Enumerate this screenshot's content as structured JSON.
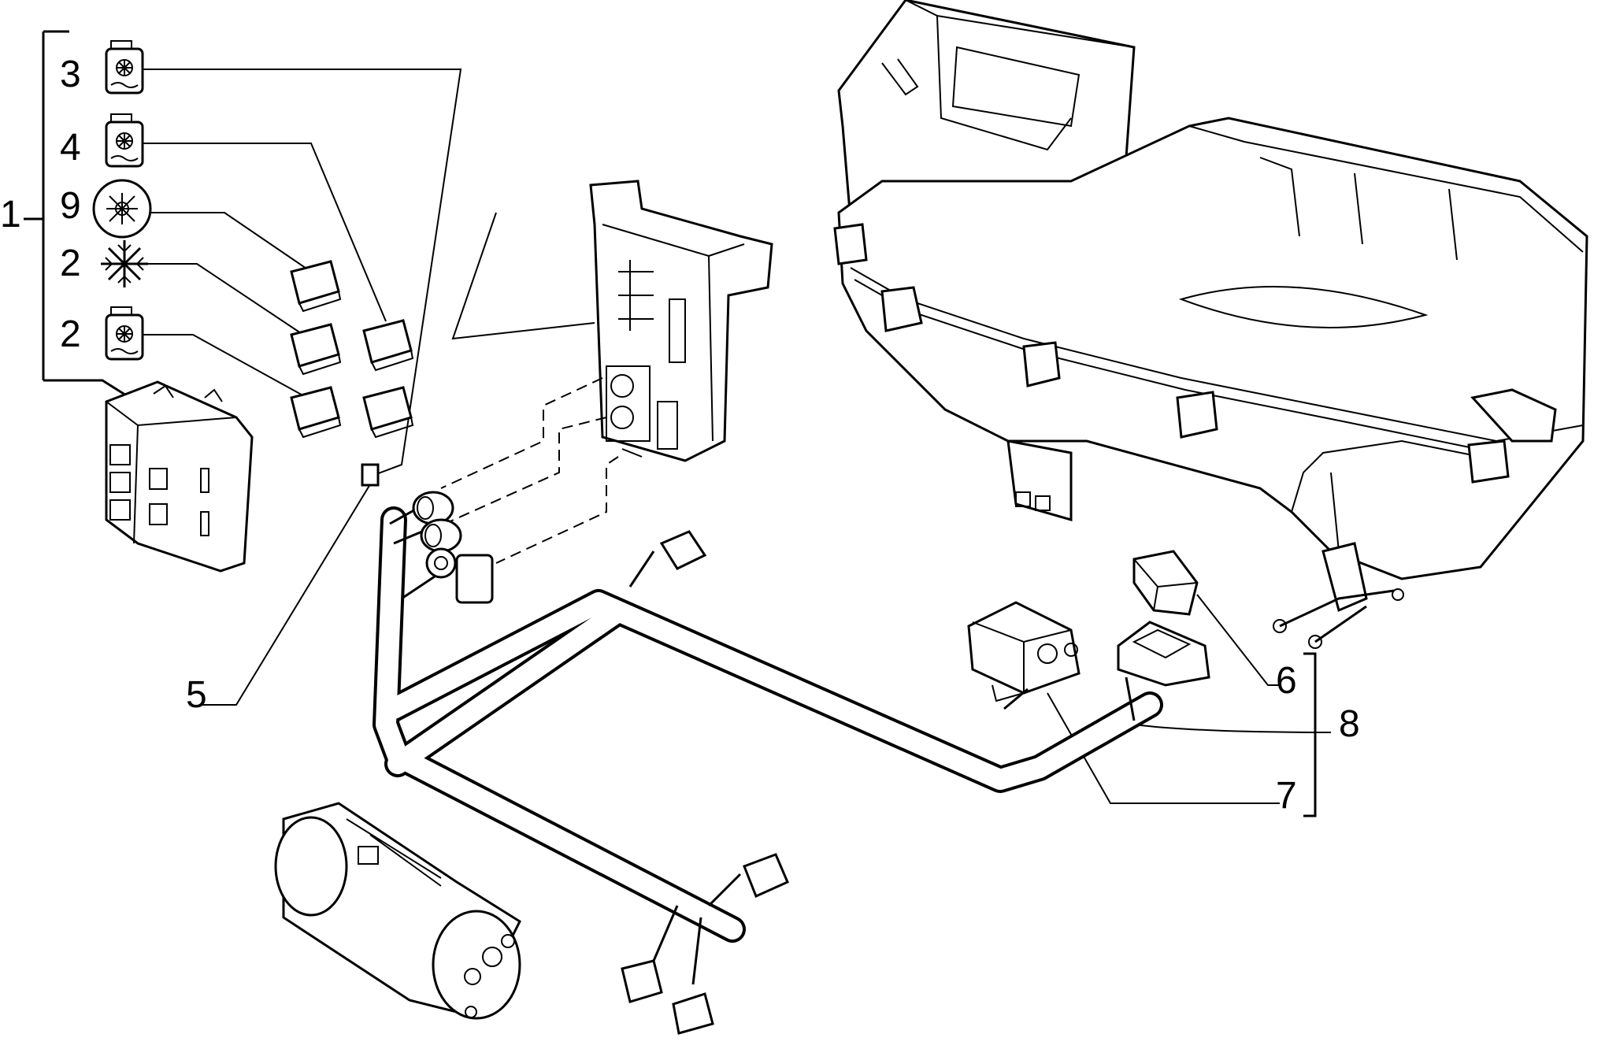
{
  "diagram": {
    "callouts": [
      {
        "id": "1",
        "text": "1"
      },
      {
        "id": "3",
        "text": "3"
      },
      {
        "id": "4",
        "text": "4"
      },
      {
        "id": "9",
        "text": "9"
      },
      {
        "id": "2a",
        "text": "2"
      },
      {
        "id": "2b",
        "text": "2"
      },
      {
        "id": "5",
        "text": "5"
      },
      {
        "id": "6",
        "text": "6"
      },
      {
        "id": "8",
        "text": "8"
      },
      {
        "id": "7",
        "text": "7"
      }
    ],
    "legend_icons": [
      "fan-tank-icon",
      "fan-tank-icon",
      "snowflake-circle-icon",
      "snowflake-icon",
      "fan-tank-icon"
    ]
  }
}
